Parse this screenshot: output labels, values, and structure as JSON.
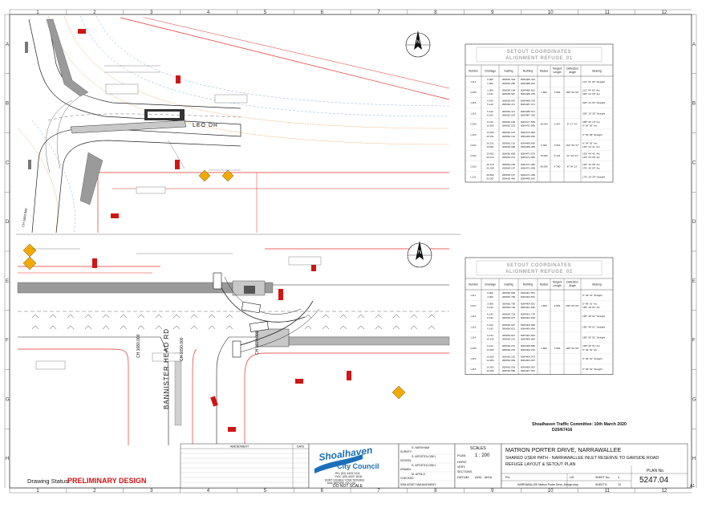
{
  "grid": {
    "columns": [
      "1",
      "2",
      "3",
      "4",
      "5",
      "6",
      "7",
      "8",
      "9",
      "10",
      "11",
      "12"
    ],
    "rows": [
      "A",
      "B",
      "C",
      "D",
      "E",
      "F",
      "G",
      "H"
    ]
  },
  "street_labels": {
    "leo_dr": "LEO DR",
    "bannister_head_rd": "BANNISTER HEAD RD",
    "chainage_ch_1660": "CH 1660.000",
    "chainage_ch_1680": "CH 1680.000",
    "chainage_ch_1690": "CH 1690.000",
    "chainage_ch_1670": "CH 1670.000"
  },
  "table_1": {
    "title_line1": "SETOUT COORDINATES",
    "title_line2": "ALIGNMENT REFUGE_01",
    "headers": [
      "Number",
      "Chainage",
      "Easting",
      "Northing",
      "Radius",
      "Tangent Length",
      "Deflection Angle",
      "Bearing"
    ],
    "rows": [
      [
        "L117",
        "0.000\n1.000",
        "268662.404\n268664.280",
        "6084489.423\n6084488.623",
        "",
        "",
        "",
        "113° 44' 03\" Straight"
      ],
      [
        "C109",
        "1.000\n4.142",
        "268664.184\n268665.587",
        "6084488.661\n6084486.378",
        "1.800",
        "2.566",
        "180° 00' 00\"",
        "113° 44' 03\" Arc\n293° 44' 03\" Arc"
      ],
      [
        "L118",
        "4.142\n5.142",
        "268663.687\n268662.471",
        "6084486.378\n6084487.071",
        "",
        "",
        "",
        "293° 44' 03\" Straight"
      ],
      [
        "L119",
        "5.142\n8.142",
        "268662.471\n268662.019",
        "6084488.071\n6084487.335",
        "",
        "",
        "",
        "293° 13' 39\" Straight"
      ],
      [
        "C100",
        "8.142\n13.262",
        "268662.168\n268662.223",
        "6084477.589\n6084472.889",
        "36.000",
        "5.267",
        "8° 17' 41\"",
        "288° 36' 13\" Arc\n6° 54' 30\" Arc"
      ],
      [
        "L120",
        "13.204\n16.151",
        "268662.237\n268662.132",
        "6084472.883\n6084469.935",
        "",
        "",
        "",
        "5° 54' 08\" Straight"
      ],
      [
        "C101",
        "16.151\n19.661",
        "268662.132\n268663.998",
        "6084469.936\n6084465.489",
        "0.300",
        "0.563",
        "152° 56' 37\"",
        "6° 54' 03\" Arc\n153° 44' 41\" Arc"
      ],
      [
        "C102",
        "19.961\n26.113",
        "268662.668\n268664.274",
        "6084471.679\n6084471.082",
        "15.000",
        "8.134",
        "31° 26' 21\"",
        "153° 44' 41\" Arc\n184° 34' 05\" Arc"
      ],
      [
        "C103",
        "26.113\n33.256",
        "268664.239\n268664.197",
        "6084471.080\n6084471.498",
        "36.000",
        "4.780",
        "8° 04' 51\"",
        "184° 34' 05\" Arc\n176° 30' 02\" Arc"
      ],
      [
        "L121",
        "30.800\n32.007",
        "268663.197\n268663.440",
        "6084471.499\n6084490.642",
        "",
        "",
        "",
        "176° 16' 39\" Straight"
      ]
    ]
  },
  "table_2": {
    "title_line1": "SETOUT COORDINATES",
    "title_line2": "ALIGNMENT REFUGE_02",
    "headers": [
      "Number",
      "Chainage",
      "Easting",
      "Northing",
      "Radius",
      "Tangent Length",
      "Deflection Angle",
      "Bearing"
    ],
    "rows": [
      [
        "L117",
        "0.000\n3.000",
        "268662.939\n268662.758",
        "6084407.551\n6084404.551",
        "",
        "",
        "",
        "5° 48' 01\" Straight"
      ],
      [
        "C127",
        "3.000\n6.142",
        "268662.758\n268664.729",
        "6084404.551\n6084401.640",
        "1.800",
        "2.566",
        "180° 00' 00\"",
        "5° 48' 01\" Arc\n185° 48' 01\" Arc"
      ],
      [
        "L112",
        "6.142\n9.142",
        "268664.729\n268664.927",
        "6084401.739\n6084404.606",
        "",
        "",
        "",
        "185° 48' 01\" Straight"
      ],
      [
        "L113",
        "9.142\n9.142",
        "268664.927\n268664.821",
        "6084404.848\n6084404.864",
        "",
        "",
        "",
        "185° 48' 01\" Straight"
      ],
      [
        "L114",
        "9.142\n10.142",
        "268664.821\n268664.231",
        "6084404.864\n6084400.860",
        "",
        "",
        "",
        "185° 06' 51\" Straight"
      ],
      [
        "C109",
        "9.142\n13.283",
        "268664.231\n268662.232",
        "6084400.896\n6084402.232",
        "1.800",
        "2.566",
        "180° 00' 00\"",
        "185° 06' 51\" Arc\n5° 06' 51\" Arc"
      ],
      [
        "L115",
        "13.283\n14.283",
        "268662.232\n268664.909",
        "6084404.073\n6084404.067",
        "",
        "",
        "",
        "5° 48' 01\" Straight"
      ],
      [
        "L116",
        "13.283\n16.283",
        "268662.033\n268662.558",
        "6084404.067\n6084407.551",
        "",
        "",
        "",
        "5° 48' 01\" Straight"
      ]
    ]
  },
  "committee_note": {
    "line1": "Shoalhaven Traffic Committee: 10th March 2020",
    "line2": "D20/67416"
  },
  "title_block": {
    "amendment_label": "AMENDMENT",
    "date_label": "DATE",
    "drawing_status_label": "Drawing Status:",
    "drawing_status_value": "PRELIMINARY DESIGN",
    "logo_line1": "Shoalhaven",
    "logo_line2": "City Council",
    "phone": "PH: (02) 4429 3111",
    "fax": "FAX: (02) 4422 1816",
    "print_note": "DON'T DOUBLE YOUR TROUBLE",
    "print_note2": "DIAL BEFORE YOU DIG",
    "do_not_scale": "DO NOT SCALE",
    "survey_label": "SURVEY:",
    "design_label": "DESIGN:",
    "drawn_label": "DRAWN:",
    "checked_label": "CHECKED:",
    "names": [
      "S. NERVHAM",
      "S. APOSTOLOSKI",
      "S. APOSTOLOSKI",
      "M. APOLO"
    ],
    "asset_manager_label": "SSM ASSET MANAGEMENT:",
    "scales_label": "SCALES",
    "plan_label": "PLAN",
    "plan_scale": "1 : 200",
    "horiz_label": "HORIZ:",
    "vert_label": "VERT:",
    "sections_label": "SECTIONS",
    "datum_label": "DATUM:",
    "datum_value": "AHD - MGA",
    "project_title": "MATRON PORTER DRIVE, NARRAWALLEE",
    "subtitle1": "SHARED USER PATH - NARRAWALLEE INLET RESERVE TO GARSIDE ROAD",
    "subtitle2": "REFUGE LAYOUT & SETOUT PLAN",
    "file_label": "FN:",
    "file_value": "NARRAWALLEE Matron Porter Drive_Design.dwg",
    "sheet_no_label": "SHEET No.",
    "sheet_no": "4",
    "lid_label": "LID",
    "plan_no_label": "PLAN No.",
    "plan_no": "5247.04",
    "sheets_label": "SHEETS:",
    "sheets_value": "10",
    "size_code": "A1"
  },
  "colors": {
    "road_grey": "#9a9a9a",
    "boundary_red": "#e0342c",
    "contour_orange": "#f0a050",
    "contour_blue": "#6aa0e0",
    "status_red": "#d11414",
    "logo_blue": "#1b6fb8",
    "warning_yellow": "#f2a900"
  }
}
